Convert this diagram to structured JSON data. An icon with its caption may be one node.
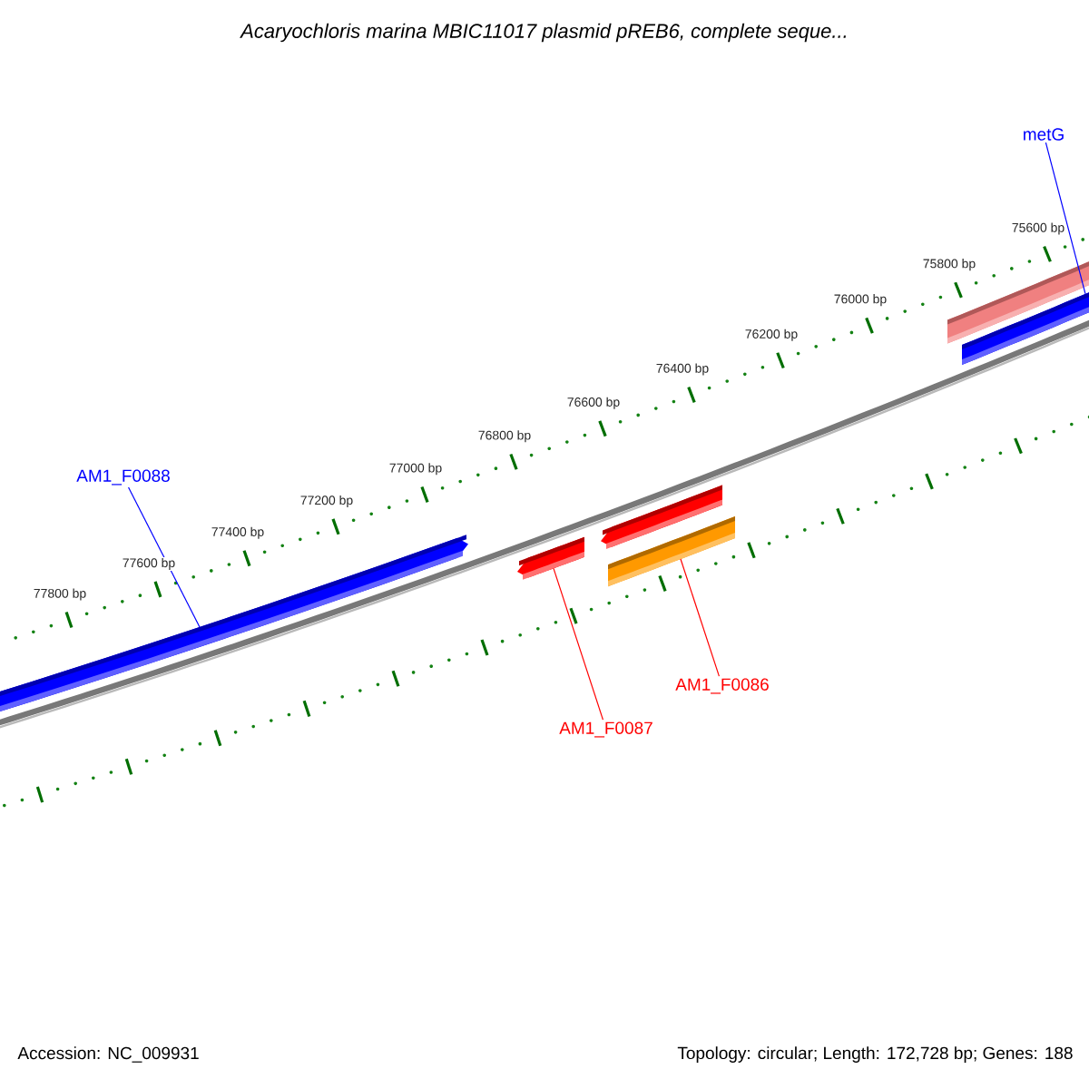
{
  "diagram": {
    "title": "Acaryochloris marina MBIC11017 plasmid pREB6, complete seque...",
    "nodes": [
      {
        "text": [
          "metG"
        ]
      },
      {
        "text": [
          "AM1_F0088"
        ]
      },
      {
        "text": [
          "AM1_F0087"
        ]
      },
      {
        "text": [
          "AM1_F0086"
        ]
      },
      {
        "text": [],
        "shape": "bar"
      },
      {
        "text": [],
        "shape": "bar"
      },
      {
        "text": [],
        "shape": "bar"
      },
      {
        "text": [],
        "shape": "bar"
      },
      {
        "text": [],
        "shape": "bar"
      },
      {
        "text": [],
        "shape": "bar"
      }
    ],
    "edges": [
      {
        "from": 0,
        "to": 5,
        "arrow": "none",
        "color": "#0000ff"
      },
      {
        "from": 1,
        "to": 6,
        "arrow": "none",
        "color": "#0000ff"
      },
      {
        "from": 2,
        "to": 7,
        "arrow": "none",
        "color": "#ff0000"
      },
      {
        "from": 3,
        "to": 9,
        "arrow": "none",
        "color": "#ff0000"
      }
    ],
    "labels": [
      "75600 bp",
      "75800 bp",
      "76000 bp",
      "76200 bp",
      "76400 bp",
      "76600 bp",
      "76800 bp",
      "77000 bp",
      "77200 bp",
      "77400 bp",
      "77600 bp",
      "77800 bp",
      "Accession: NC_009931",
      "Topology: circular; Length: 172,728 bp; Genes: 188"
    ]
  }
}
